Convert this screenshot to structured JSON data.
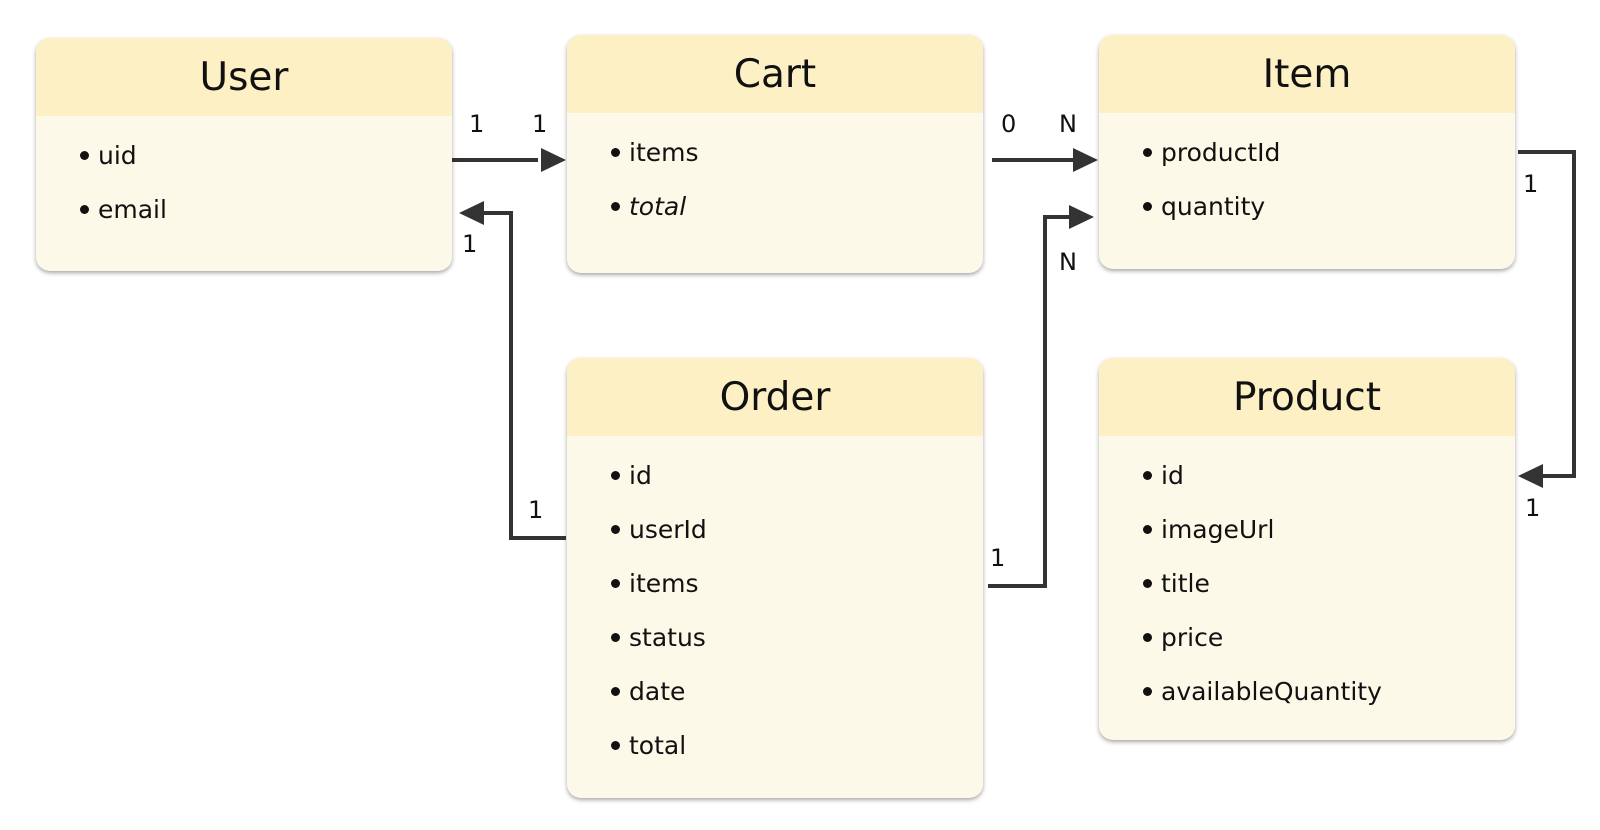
{
  "colors": {
    "header": "#fdf0c4",
    "body": "#fdf9e9",
    "line": "#333333"
  },
  "entities": {
    "user": {
      "title": "User",
      "fields": [
        "uid",
        "email"
      ]
    },
    "cart": {
      "title": "Cart",
      "fields": [
        "items",
        "total"
      ],
      "italic_fields": [
        "total"
      ]
    },
    "item": {
      "title": "Item",
      "fields": [
        "productId",
        "quantity"
      ]
    },
    "order": {
      "title": "Order",
      "fields": [
        "id",
        "userId",
        "items",
        "status",
        "date",
        "total"
      ]
    },
    "product": {
      "title": "Product",
      "fields": [
        "id",
        "imageUrl",
        "title",
        "price",
        "availableQuantity"
      ]
    }
  },
  "relationships": {
    "user_cart": {
      "from": "User",
      "to": "Cart",
      "from_mult": "1",
      "to_mult": "1"
    },
    "cart_item": {
      "from": "Cart",
      "to": "Item",
      "from_mult": "0",
      "to_mult": "N"
    },
    "order_user": {
      "from": "Order",
      "to": "User",
      "from_mult": "1",
      "to_mult": "1"
    },
    "order_item": {
      "from": "Order",
      "to": "Item",
      "from_mult": "1",
      "to_mult": "N"
    },
    "item_product": {
      "from": "Item",
      "to": "Product",
      "from_mult": "1",
      "to_mult": "1"
    }
  }
}
